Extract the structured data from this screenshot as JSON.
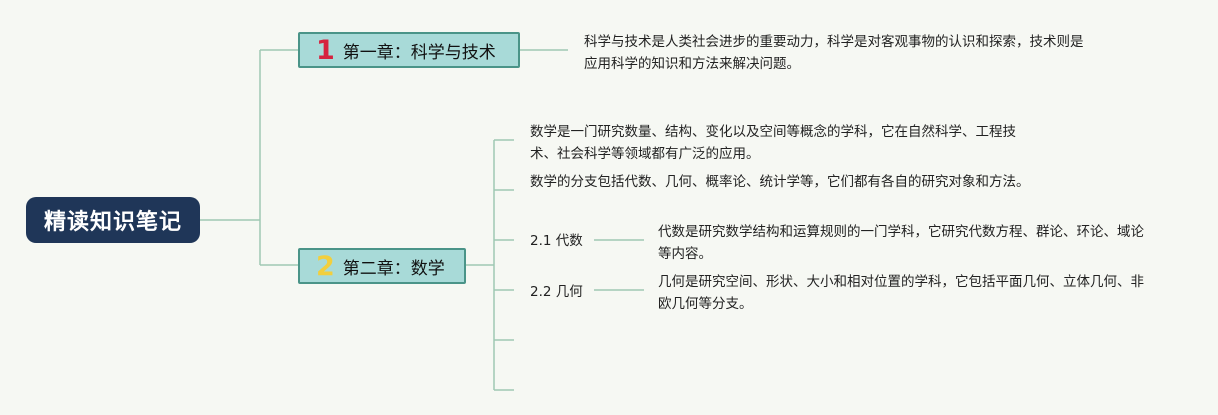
{
  "root": {
    "title": "精读知识笔记"
  },
  "chapters": [
    {
      "number": "1",
      "title": "第一章：科学与技术",
      "notes": [
        "科学与技术是人类社会进步的重要动力，科学是对客观事物的认识和探索，技术则是应用科学的知识和方法来解决问题。"
      ]
    },
    {
      "number": "2",
      "title": "第二章：数学",
      "notes": [
        "数学是一门研究数量、结构、变化以及空间等概念的学科，它在自然科学、工程技术、社会科学等领域都有广泛的应用。",
        "数学的分支包括代数、几何、概率论、统计学等，它们都有各自的研究对象和方法。"
      ],
      "sections": [
        {
          "label": "2.1 代数",
          "note": "代数是研究数学结构和运算规则的一门学科，它研究代数方程、群论、环论、域论等内容。"
        },
        {
          "label": "2.2 几何",
          "note": "几何是研究空间、形状、大小和相对位置的学科，它包括平面几何、立体几何、非欧几何等分支。"
        }
      ]
    }
  ],
  "colors": {
    "connector": "#a5cbb6",
    "root_bg": "#1f3658",
    "chapter_bg": "#a8dad8",
    "chapter_border": "#4a9488"
  }
}
